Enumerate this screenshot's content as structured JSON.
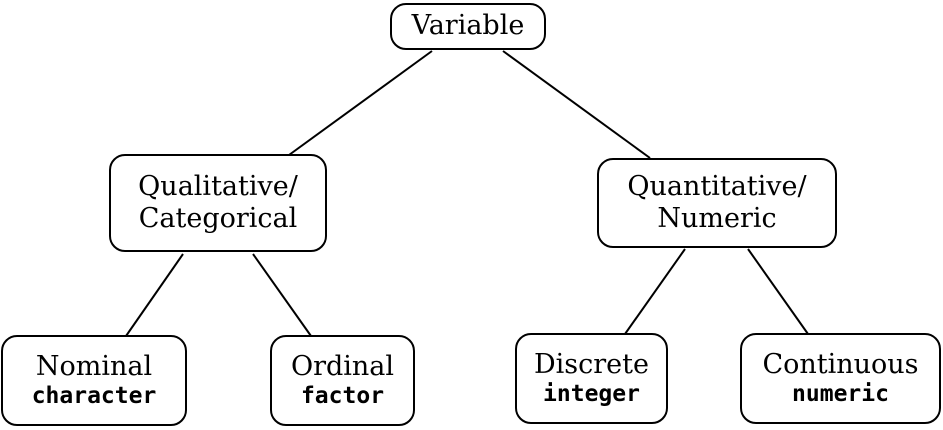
{
  "nodes": {
    "variable": {
      "label": "Variable"
    },
    "qualitative": {
      "line1": "Qualitative/",
      "line2": "Categorical"
    },
    "quantitative": {
      "line1": "Quantitative/",
      "line2": "Numeric"
    },
    "nominal": {
      "label": "Nominal",
      "type": "character"
    },
    "ordinal": {
      "label": "Ordinal",
      "type": "factor"
    },
    "discrete": {
      "label": "Discrete",
      "type": "integer"
    },
    "continuous": {
      "label": "Continuous",
      "type": "numeric"
    }
  },
  "edges": [
    {
      "from": "variable",
      "to": "qualitative"
    },
    {
      "from": "variable",
      "to": "quantitative"
    },
    {
      "from": "qualitative",
      "to": "nominal"
    },
    {
      "from": "qualitative",
      "to": "ordinal"
    },
    {
      "from": "quantitative",
      "to": "discrete"
    },
    {
      "from": "quantitative",
      "to": "continuous"
    }
  ]
}
